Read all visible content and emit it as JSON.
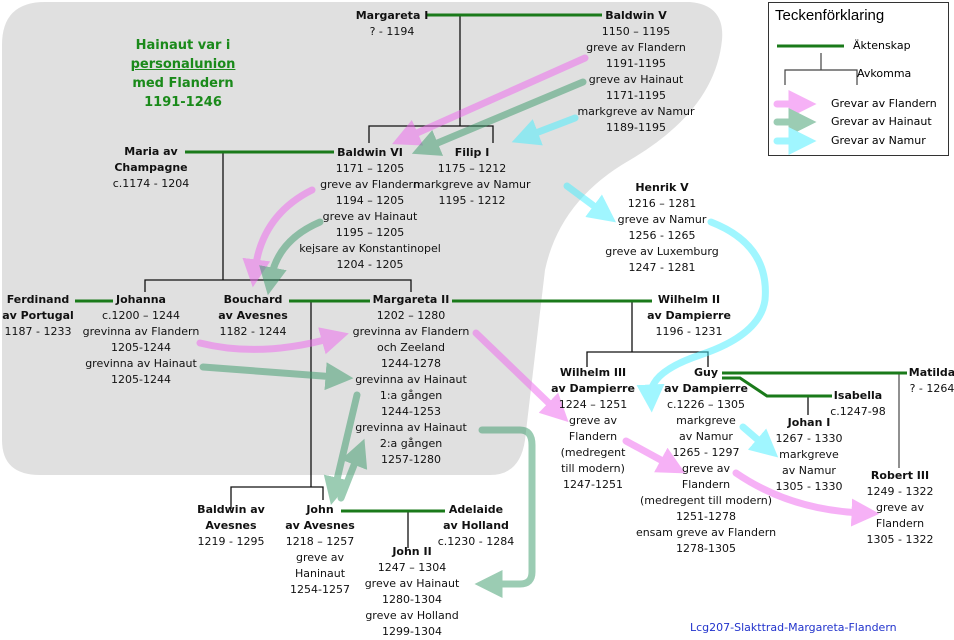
{
  "note": [
    "Hainaut var i",
    "personalunion",
    "med Flandern",
    "1191-1246"
  ],
  "people": {
    "margareta1": [
      "Margareta I",
      "? - 1194"
    ],
    "baldwin5": [
      "Baldwin V",
      "1150 – 1195",
      "greve av Flandern",
      "1191-1195",
      "greve av Hainaut",
      "1171-1195",
      "markgreve av Namur",
      "1189-1195"
    ],
    "maria": [
      "Maria av",
      "Champagne",
      "c.1174 - 1204"
    ],
    "baldwin6": [
      "Baldwin VI",
      "1171 – 1205",
      "greve av Flandern",
      "1194 – 1205",
      "greve av Hainaut",
      "1195 – 1205",
      "kejsare av Konstantinopel",
      "1204 - 1205"
    ],
    "filip1": [
      "Filip I",
      "1175 – 1212",
      "markgreve av Namur",
      "1195 - 1212"
    ],
    "henrik5": [
      "Henrik V",
      "1216 – 1281",
      "greve av Namur",
      "1256 - 1265",
      "greve av Luxemburg",
      "1247 - 1281"
    ],
    "ferdinand": [
      "Ferdinand",
      "av Portugal",
      "1187 - 1233"
    ],
    "johanna": [
      "Johanna",
      "c.1200 – 1244",
      "grevinna av Flandern",
      "1205-1244",
      "grevinna av Hainaut",
      "1205-1244"
    ],
    "bouchard": [
      "Bouchard",
      "av Avesnes",
      "1182 - 1244"
    ],
    "margareta2": [
      "Margareta II",
      "1202 – 1280",
      "grevinna av Flandern",
      "och Zeeland",
      "1244-1278",
      "grevinna av Hainaut",
      "1:a gången",
      "1244-1253",
      "grevinna av Hainaut",
      "2:a gången",
      "1257-1280"
    ],
    "wilhelm2": [
      "Wilhelm II",
      "av Dampierre",
      "1196 - 1231"
    ],
    "wilhelm3": [
      "Wilhelm III",
      "av Dampierre",
      "1224 – 1251",
      "greve av",
      "Flandern",
      "(medregent",
      "till modern)",
      "1247-1251"
    ],
    "guy": [
      "Guy",
      "av Dampierre",
      "c.1226 – 1305",
      "markgreve",
      "av Namur",
      "1265 - 1297",
      "greve av",
      "Flandern",
      "(medregent till modern)",
      "1251-1278",
      "ensam greve av Flandern",
      "1278-1305"
    ],
    "matilda": [
      "Matilda",
      "? - 1264"
    ],
    "isabella": [
      "Isabella",
      "c.1247-98"
    ],
    "johan1": [
      "Johan I",
      "1267 - 1330",
      "markgreve",
      "av Namur",
      "1305 - 1330"
    ],
    "robert3": [
      "Robert III",
      "1249 - 1322",
      "greve av",
      "Flandern",
      "1305 - 1322"
    ],
    "baldwinAvesnes": [
      "Baldwin av",
      "Avesnes",
      "1219 - 1295"
    ],
    "john": [
      "John",
      "av Avesnes",
      "1218 – 1257",
      "greve av",
      "Haninaut",
      "1254-1257"
    ],
    "adelaide": [
      "Adelaide",
      "av Holland",
      "c.1230 - 1284"
    ],
    "john2": [
      "John II",
      "1247 – 1304",
      "greve av Hainaut",
      "1280-1304",
      "greve av Holland",
      "1299-1304"
    ]
  },
  "legend": {
    "title": "Teckenförklaring",
    "marriage": "Äktenskap",
    "offspring": "Avkomma",
    "flandern": "Grevar av Flandern",
    "hainaut": "Grevar av Hainaut",
    "namur": "Grevar av Namur"
  },
  "colors": {
    "marriage": "#1a7a1a",
    "flandern": "#ee66ee",
    "hainaut": "#3a9a6a",
    "namur": "#44eeff",
    "region": "#e0e0e0"
  },
  "footer": "Lcg207-Slakttrad-Margareta-Flandern"
}
